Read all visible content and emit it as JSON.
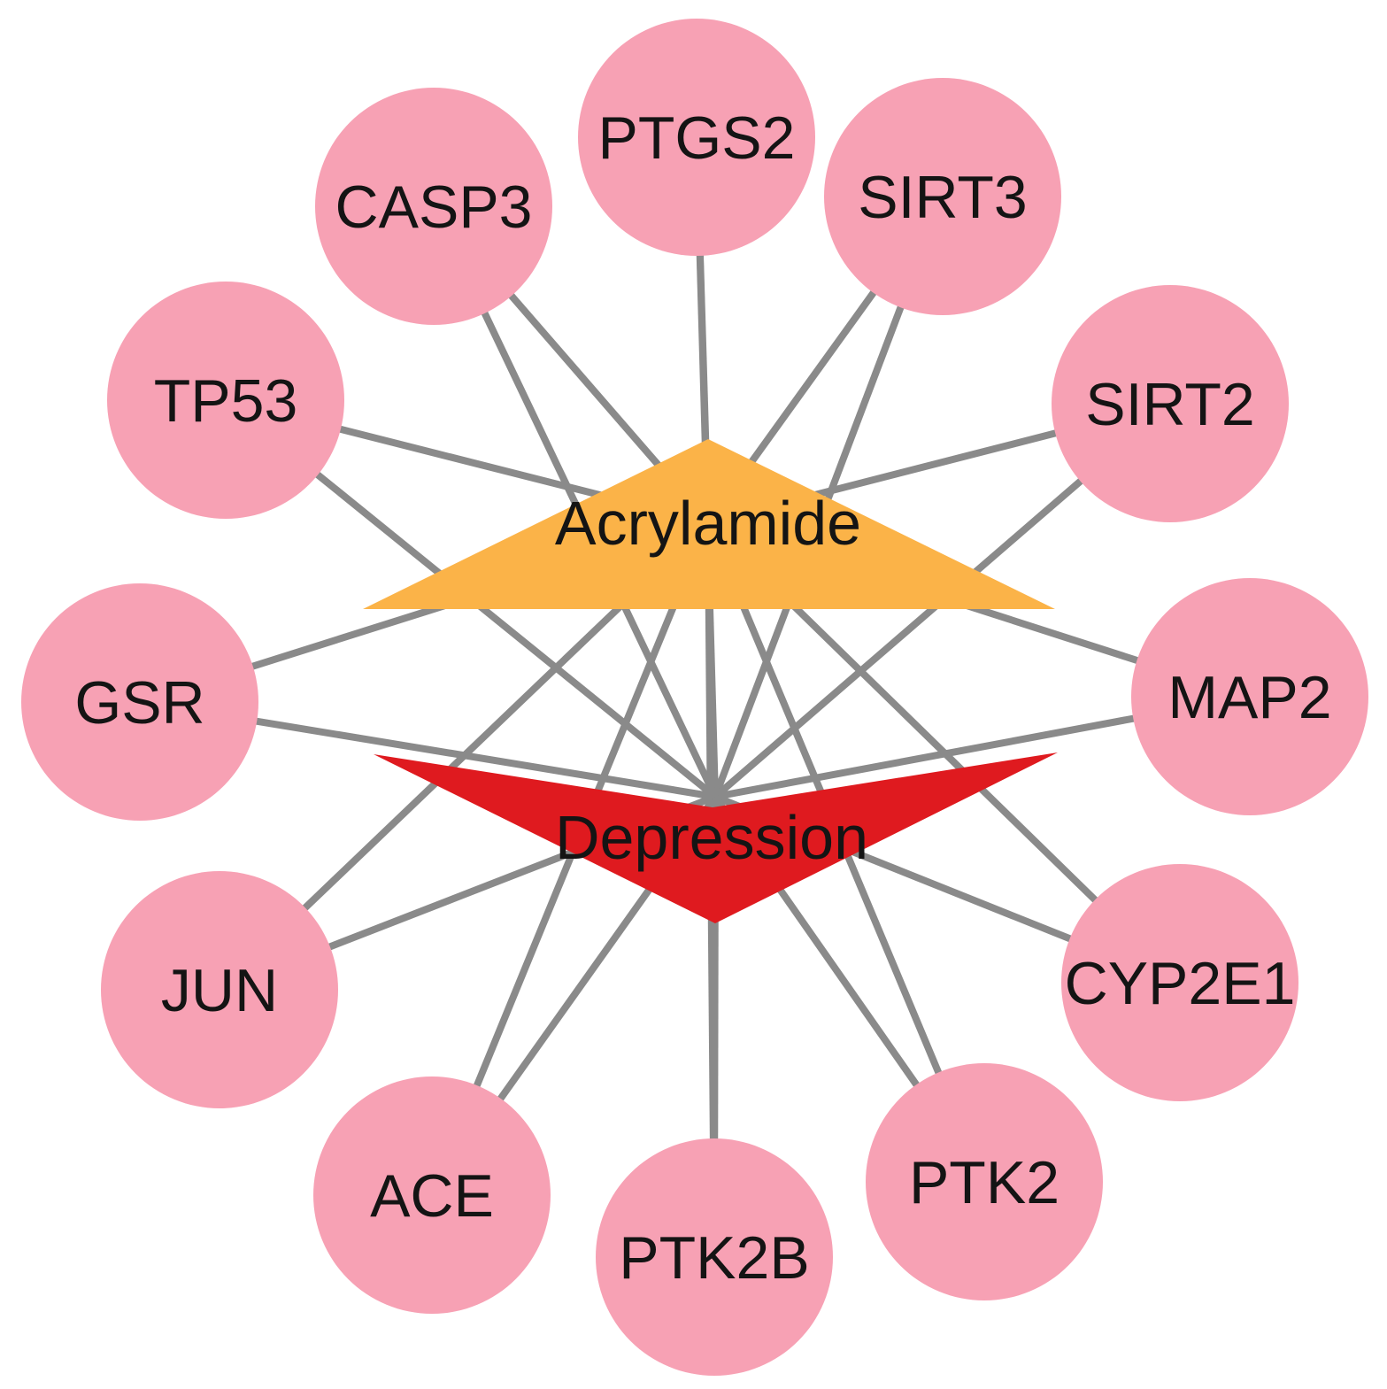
{
  "network": {
    "node_color": "#F7A1B4",
    "edge_color": "#8A8A8A",
    "hubs": {
      "acrylamide": {
        "label": "Acrylamide",
        "color": "#FBB348",
        "shape": "triangle"
      },
      "depression": {
        "label": "Depression",
        "color": "#DF1A1F",
        "shape": "v-shape"
      }
    },
    "genes": [
      {
        "id": "ptgs2",
        "label": "PTGS2"
      },
      {
        "id": "sirt3",
        "label": "SIRT3"
      },
      {
        "id": "sirt2",
        "label": "SIRT2"
      },
      {
        "id": "map2",
        "label": "MAP2"
      },
      {
        "id": "cyp2e1",
        "label": "CYP2E1"
      },
      {
        "id": "ptk2",
        "label": "PTK2"
      },
      {
        "id": "ptk2b",
        "label": "PTK2B"
      },
      {
        "id": "ace",
        "label": "ACE"
      },
      {
        "id": "jun",
        "label": "JUN"
      },
      {
        "id": "gsr",
        "label": "GSR"
      },
      {
        "id": "tp53",
        "label": "TP53"
      },
      {
        "id": "casp3",
        "label": "CASP3"
      }
    ],
    "edges_note": "Each gene node is connected to both Acrylamide and Depression"
  }
}
